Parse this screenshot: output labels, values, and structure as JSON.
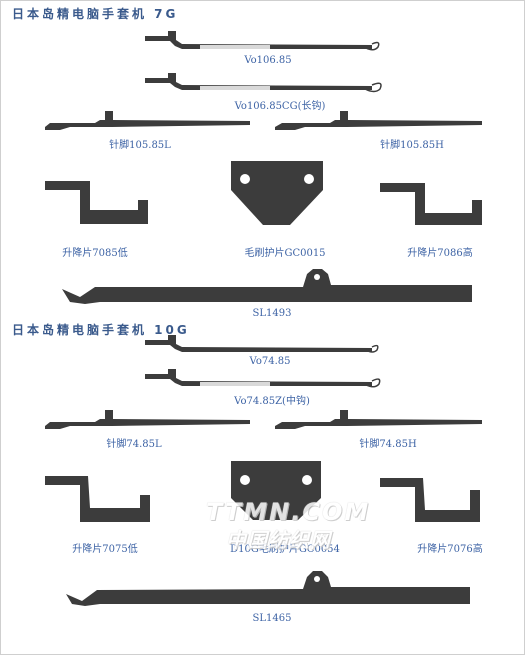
{
  "sections": [
    {
      "title": "日本岛精电脑手套机 7G"
    },
    {
      "title": "日本岛精电脑手套机 10G"
    }
  ],
  "labels": {
    "vo106_85": "Vo106.85",
    "vo106_85cg": "Vo106.85CG(长钩)",
    "jack_105_85l": "针脚105.85L",
    "jack_105_85h": "针脚105.85H",
    "lift_7085": "升降片7085低",
    "brush_gc0015": "毛刷护片GC0015",
    "lift_7086": "升降片7086高",
    "sl1493": "SL1493",
    "vo74_85": "Vo74.85",
    "vo74_85z": "Vo74.85Z(中钩)",
    "jack_74_85l": "针脚74.85L",
    "jack_74_85h": "针脚74.85H",
    "lift_7075": "升降片7075低",
    "brush_gc0054": "D10G毛刷护片GC0054",
    "lift_7076": "升降片7076高",
    "sl1465": "SL1465"
  },
  "watermark": {
    "line1": "TTMN.COM",
    "line2": "中国纺织网"
  },
  "colors": {
    "part": "#3c3c3c",
    "label": "#3d63a5",
    "title": "#3a5a8c"
  }
}
